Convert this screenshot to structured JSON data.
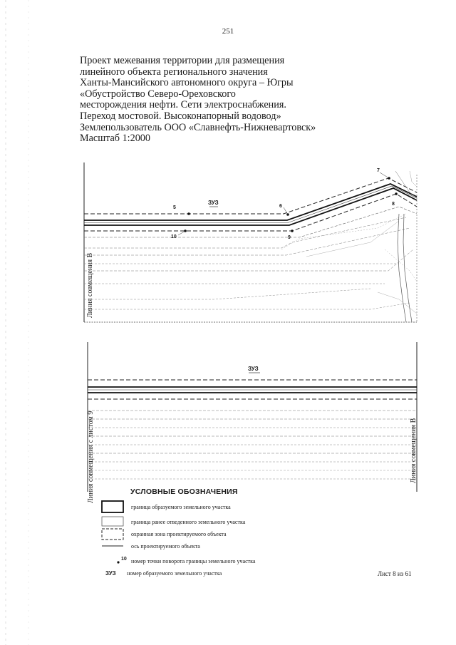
{
  "page_number": "251",
  "title_lines": [
    "Проект межевания территории для размещения",
    "линейного объекта регионального значения",
    "Ханты-Мансийского автономного округа – Югры",
    "«Обустройство Северо-Ореховского",
    "месторождения нефти. Сети электроснабжения.",
    "Переход мостовой. Высоконапорный водовод»",
    "Землепользователь ООО «Славнефть-Нижневартовск»",
    "Масштаб 1:2000"
  ],
  "map_top": {
    "zone_label": "ЗУЗ",
    "side_label": "Линия совмещения В",
    "points": [
      "5",
      "6",
      "7",
      "8",
      "9",
      "10"
    ]
  },
  "map_bottom": {
    "zone_label": "ЗУЗ",
    "left_label": "Линия совмещения с листом 9",
    "right_label": "Линия совмещения В"
  },
  "legend": {
    "title": "УСЛОВНЫЕ ОБОЗНАЧЕНИЯ",
    "items": [
      "граница образуемого земельного участка",
      "граница ранее отведенного земельного участка",
      "охранная зона проектируемого объекта",
      "ось проектируемого объекта",
      "номер точки поворота границы земельного участка",
      "номер образуемого земельного участка"
    ],
    "point_symbol": "10",
    "zone_symbol": "ЗУЗ"
  },
  "sheet_label": "Лист 8 из 61"
}
